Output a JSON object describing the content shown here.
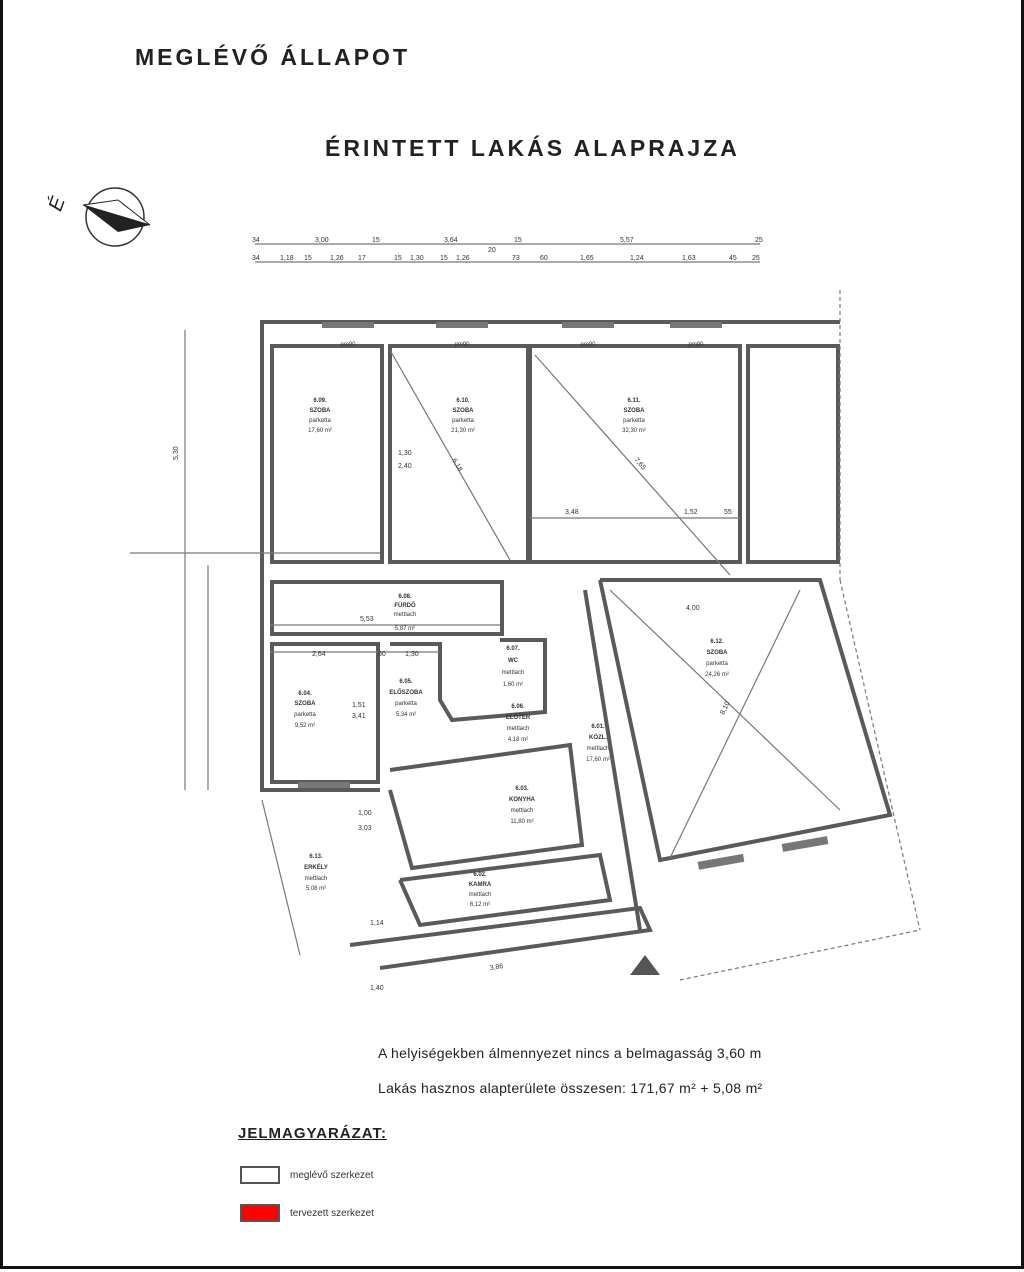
{
  "title": "MEGLÉVŐ ÁLLAPOT",
  "subtitle": "ÉRINTETT LAKÁS ALAPRAJZA",
  "north_label": "É",
  "dimensions_top_row1": [
    "34",
    "3,00",
    "15",
    "3,64",
    "15",
    "5,57",
    "25"
  ],
  "dimensions_top_row2": [
    "34",
    "1,18",
    "15",
    "1,26",
    "17",
    "15",
    "1,30",
    "15",
    "1,26",
    "20",
    "73",
    "60",
    "1,65",
    "1,24",
    "1,63",
    "45",
    "25"
  ],
  "window_label": "pm90",
  "rooms": [
    {
      "id": "6.09.",
      "name": "SZOBA",
      "floor": "parketta",
      "area": "17,60 m²"
    },
    {
      "id": "6.10.",
      "name": "SZOBA",
      "floor": "parketta",
      "area": "21,30 m²"
    },
    {
      "id": "6.11.",
      "name": "SZOBA",
      "floor": "parketta",
      "area": "32,30 m²"
    },
    {
      "id": "6.08.",
      "name": "FÜRDŐ",
      "floor": "mettlach",
      "area": "5,87 m²"
    },
    {
      "id": "6.07.",
      "name": "WC",
      "floor": "mettlach",
      "area": "1,60 m²"
    },
    {
      "id": "6.05.",
      "name": "ELŐSZOBA",
      "floor": "parketta",
      "area": "5,34 m²"
    },
    {
      "id": "6.04.",
      "name": "SZOBA",
      "floor": "parketta",
      "area": "9,52 m²"
    },
    {
      "id": "6.06.",
      "name": "ELŐTÉR",
      "floor": "mettlach",
      "area": "4,18 m²"
    },
    {
      "id": "6.01.",
      "name": "KÖZL.",
      "floor": "mettlach",
      "area": "17,60 m²"
    },
    {
      "id": "6.03.",
      "name": "KONYHA",
      "floor": "mettlach",
      "area": "11,80 m²"
    },
    {
      "id": "6.02.",
      "name": "KAMRA",
      "floor": "mettlach",
      "area": "6,12 m²"
    },
    {
      "id": "6.13.",
      "name": "ERKÉLY",
      "floor": "mettlach",
      "area": "5,08 m²"
    },
    {
      "id": "6.12.",
      "name": "SZOBA",
      "floor": "parketta",
      "area": "24,26 m²"
    }
  ],
  "inner_dims": [
    "3,48",
    "1,52",
    "55",
    "4,00",
    "5,53",
    "2,64",
    "50",
    "1,30",
    "1,51",
    "3,41",
    "5,30",
    "1,30",
    "2,40",
    "3,86",
    "1,40",
    "1,14",
    "1,00",
    "3,03",
    "7,65",
    "8,10",
    "6,18"
  ],
  "notes": [
    "A helyiségekben álmennyezet nincs a belmagasság 3,60 m",
    "Lakás hasznos alapterülete összesen: 171,67 m² + 5,08 m²"
  ],
  "legend": {
    "title": "JELMAGYARÁZAT:",
    "items": [
      {
        "label": "meglévő szerkezet",
        "color": "#ffffff"
      },
      {
        "label": "tervezett szerkezet",
        "color": "#ff0000"
      }
    ]
  }
}
